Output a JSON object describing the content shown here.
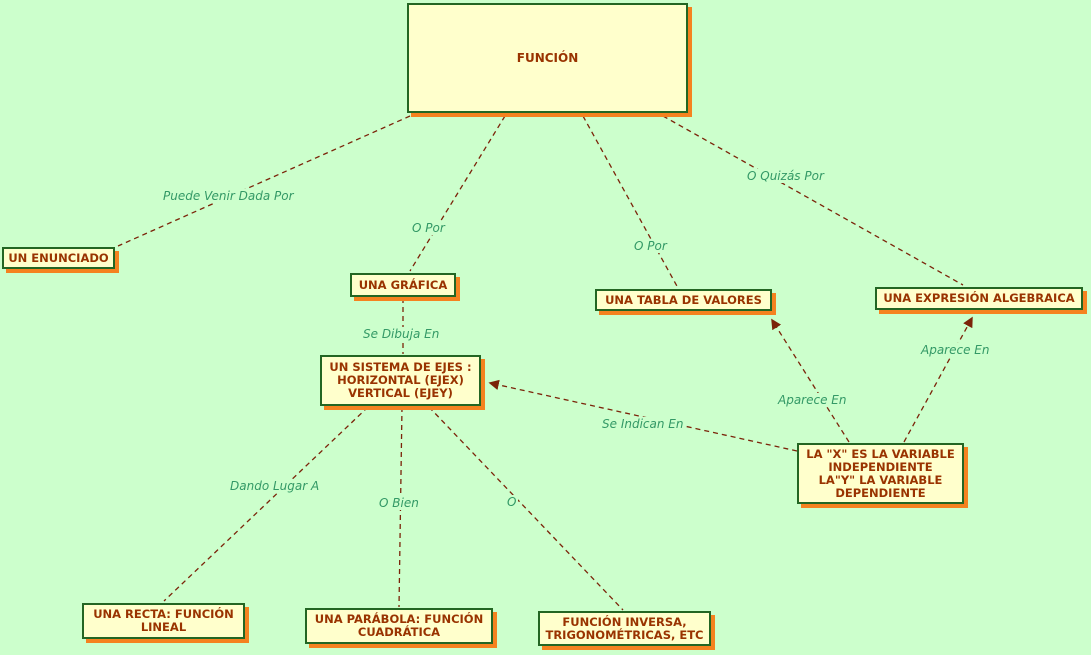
{
  "diagram": {
    "background_color": "#ccffcc",
    "node_fill_color": "#ffffcc",
    "node_border_color": "#236623",
    "node_shadow_color": "#f5821f",
    "node_text_color": "#993300",
    "edge_color": "#7b2309",
    "edge_label_color": "#339966"
  },
  "nodes": {
    "funcion": {
      "label": "FUNCIÓN"
    },
    "enunciado": {
      "label": "UN ENUNCIADO"
    },
    "grafica": {
      "label": "UNA GRÁFICA"
    },
    "tabla": {
      "label": "UNA TABLA DE VALORES"
    },
    "expresion": {
      "label": "UNA EXPRESIÓN ALGEBRAICA"
    },
    "sistema": {
      "label": "UN SISTEMA DE EJES :\nHORIZONTAL (EJEX)\nVERTICAL (EJEY)"
    },
    "variables": {
      "label": "LA \"X\" ES LA VARIABLE\nINDEPENDIENTE\nLA\"Y\" LA VARIABLE\nDEPENDIENTE"
    },
    "recta": {
      "label": "UNA RECTA: FUNCIÓN\nLINEAL"
    },
    "parabola": {
      "label": "UNA PARÁBOLA: FUNCIÓN\nCUADRÁTICA"
    },
    "inversa": {
      "label": "FUNCIÓN INVERSA,\nTRIGONOMÉTRICAS, ETC"
    }
  },
  "edge_labels": {
    "puede_venir": "Puede Venir Dada Por",
    "o_por_grafica": "O Por",
    "o_por_tabla": "O Por",
    "o_quizas_por": "O Quizás Por",
    "se_dibuja_en": "Se Dibuja En",
    "se_indican_en": "Se Indican En",
    "aparece_en_tabla": "Aparece En",
    "aparece_en_expresion": "Aparece En",
    "dando_lugar_a": "Dando Lugar A",
    "o_bien": "O Bien",
    "o": "O"
  }
}
